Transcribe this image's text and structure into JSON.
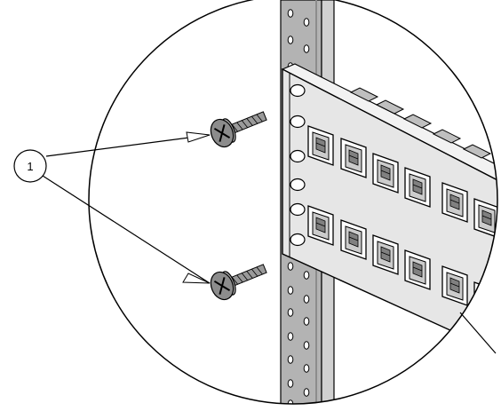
{
  "callout": {
    "number": "1"
  },
  "colors": {
    "rail": "#b3b3b3",
    "rail_shadow": "#8c8c8c",
    "panel": "#e6e6e6",
    "screw": "#8c8c8c",
    "line": "#000000",
    "background": "#ffffff"
  },
  "parts": [
    "rack-rail",
    "patch-panel",
    "mounting-screw-upper",
    "mounting-screw-lower",
    "rj45-port"
  ]
}
